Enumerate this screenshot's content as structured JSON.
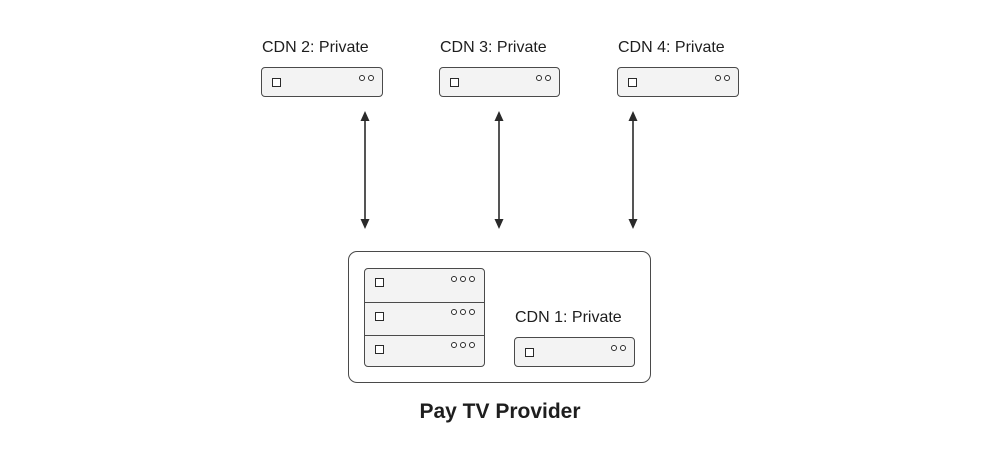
{
  "private_cdns": [
    {
      "label": "CDN 2: Private"
    },
    {
      "label": "CDN 3: Private"
    },
    {
      "label": "CDN 4: Private"
    }
  ],
  "provider": {
    "title": "Pay TV Provider",
    "cdn_label": "CDN 1: Private",
    "server_stack_units": 3
  },
  "connections": [
    {
      "from": "CDN 2: Private",
      "to": "Pay TV Provider",
      "direction": "bidirectional"
    },
    {
      "from": "CDN 3: Private",
      "to": "Pay TV Provider",
      "direction": "bidirectional"
    },
    {
      "from": "CDN 4: Private",
      "to": "Pay TV Provider",
      "direction": "bidirectional"
    }
  ],
  "colors": {
    "stroke": "#4a4a4a",
    "server_fill": "#f3f3f3",
    "text": "#1e1e1e"
  }
}
